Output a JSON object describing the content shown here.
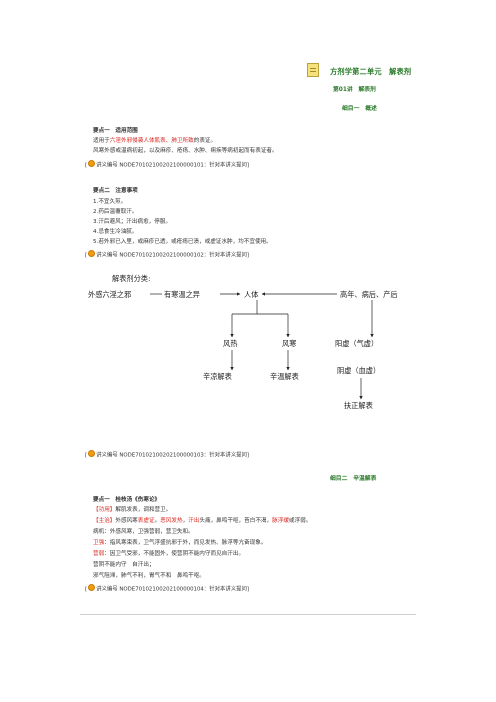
{
  "header": {
    "title": "方剂学第二单元　解表剂",
    "lecture": "第01讲　解表剂",
    "section1": "细目一　概述",
    "section2": "细目二　辛温解表"
  },
  "block1": {
    "heading": "要点一　适用范围",
    "line1_prefix": "适用于",
    "line1_red": "六淫外邪侵袭人体肌表、肺卫所致",
    "line1_suffix": "的表证。",
    "line2": "风寒外感或温病初起，以及麻疹、疮疡、水肿、痢疾等病初起而有表证者。"
  },
  "ref1": {
    "open": "[",
    "text": "讲义编号 NODE70102100202100000101：针对本讲义提问]"
  },
  "block2": {
    "heading": "要点二　注意事项",
    "items": [
      "1.不宜久煎。",
      "2.药后温覆取汗。",
      "3.汗后避风；汗出病愈，停服。",
      "4.忌食生冷油腻。",
      "5.若外邪已入里，或麻疹已透，或疮疡已溃，或虚证水肿，均不宜使用。"
    ]
  },
  "ref2": {
    "open": "[",
    "text": "讲义编号 NODE70102100202100000102：针对本讲义提问]"
  },
  "diagram": {
    "title": "解表剂分类:",
    "n1": "外感六淫之邪",
    "n2": "有寒温之异",
    "n3": "人体",
    "n4": "高年、病后、产后",
    "n5": "风热",
    "n6": "风寒",
    "n7": "阳虚（气虚）",
    "n8": "阴虚（血虚）",
    "n9": "辛凉解表",
    "n10": "辛温解表",
    "n11": "扶正解表"
  },
  "ref3": {
    "open": "[",
    "text": "讲义编号 NODE70102100202100000103：针对本讲义提问]"
  },
  "block3": {
    "heading": "要点一　桂枝汤《伤寒论》",
    "func_tag": "【功用】",
    "func_text": "解肌发表，调和营卫。",
    "main_tag": "【主治】",
    "main_a": "外感风寒",
    "main_b": "表虚证",
    "main_c": "。",
    "main_d": "恶风发热",
    "main_e": "，",
    "main_f": "汗出",
    "main_g": "头痛，鼻鸣干呕，苔白不渴，",
    "main_h": "脉浮缓",
    "main_i": "或浮弱。",
    "line_bingji": "病机：外感风寒，卫强营弱，营卫失和。",
    "line_weiqiang_red": "卫强",
    "line_weiqiang": "：指风寒束表，卫气浮盛抗邪于外，而见发热、脉浮等亢奋现象。",
    "line_yingruo_red": "营弱",
    "line_yingruo": "：因卫气受邪，不能固外，使营阴不能内守而见自汗出。",
    "line_a": "营阴不能内守　自汗出；",
    "line_b": "邪气阻滞，肺气不利，胃气不和　鼻鸣干呕。"
  },
  "ref4": {
    "open": "[",
    "text": "讲义编号 NODE70102100202100000104：针对本讲义提问]"
  }
}
